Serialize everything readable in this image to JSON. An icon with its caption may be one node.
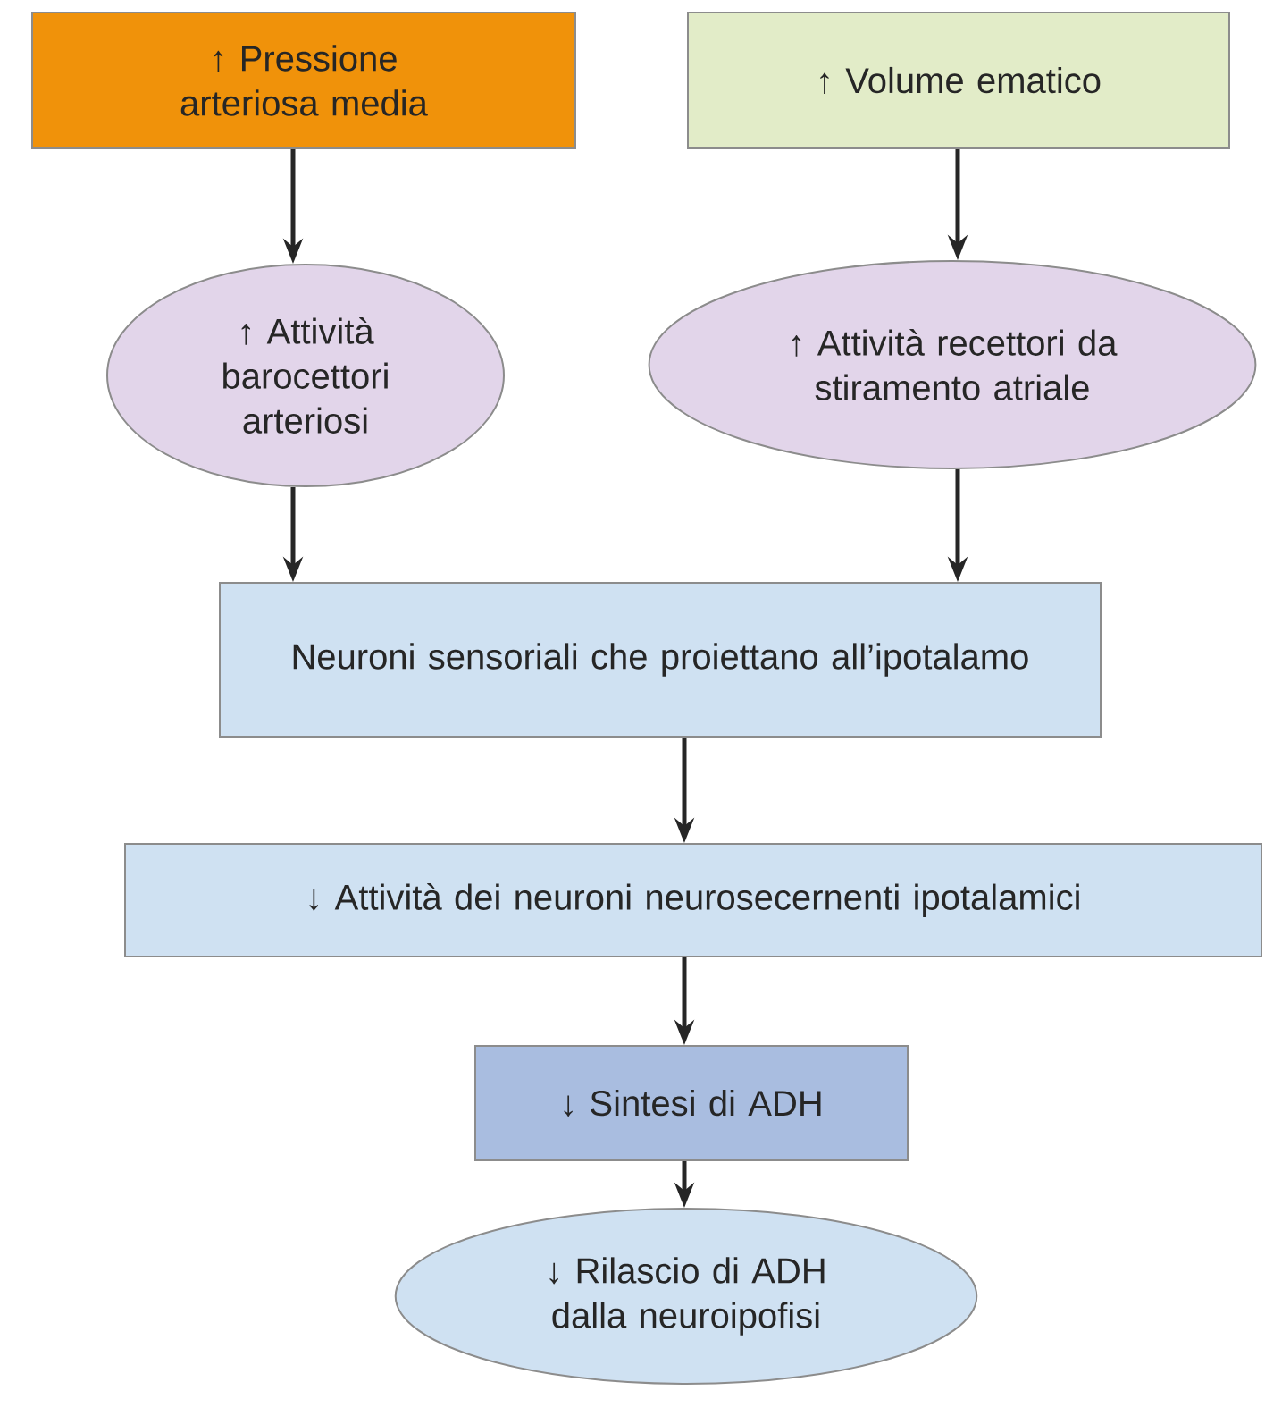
{
  "diagram": {
    "nodes": [
      {
        "text": [
          "↑ Pressione arteriosa media"
        ]
      },
      {
        "text": [
          "↑ Volume ematico"
        ]
      },
      {
        "text": [
          "↑ Attività barocettori arteriosi"
        ]
      },
      {
        "text": [
          "↑ Attività recettori da stiramento atriale"
        ]
      },
      {
        "text": [
          "Neuroni sensoriali che proiettano all’ipotalamo"
        ]
      },
      {
        "text": [
          "↓ Attività dei neuroni neurosecernenti ipotalamici"
        ]
      },
      {
        "text": [
          "↓ Sintesi di ADH"
        ]
      },
      {
        "text": [
          "↓ Rilascio di ADH dalla neuroipofisi"
        ]
      }
    ],
    "edges": [
      {
        "from": 0,
        "to": 2,
        "arrow": "to"
      },
      {
        "from": 1,
        "to": 3,
        "arrow": "to"
      },
      {
        "from": 2,
        "to": 4,
        "arrow": "to"
      },
      {
        "from": 3,
        "to": 4,
        "arrow": "to"
      },
      {
        "from": 4,
        "to": 5,
        "arrow": "to"
      },
      {
        "from": 5,
        "to": 6,
        "arrow": "to"
      },
      {
        "from": 6,
        "to": 7,
        "arrow": "to"
      }
    ]
  }
}
